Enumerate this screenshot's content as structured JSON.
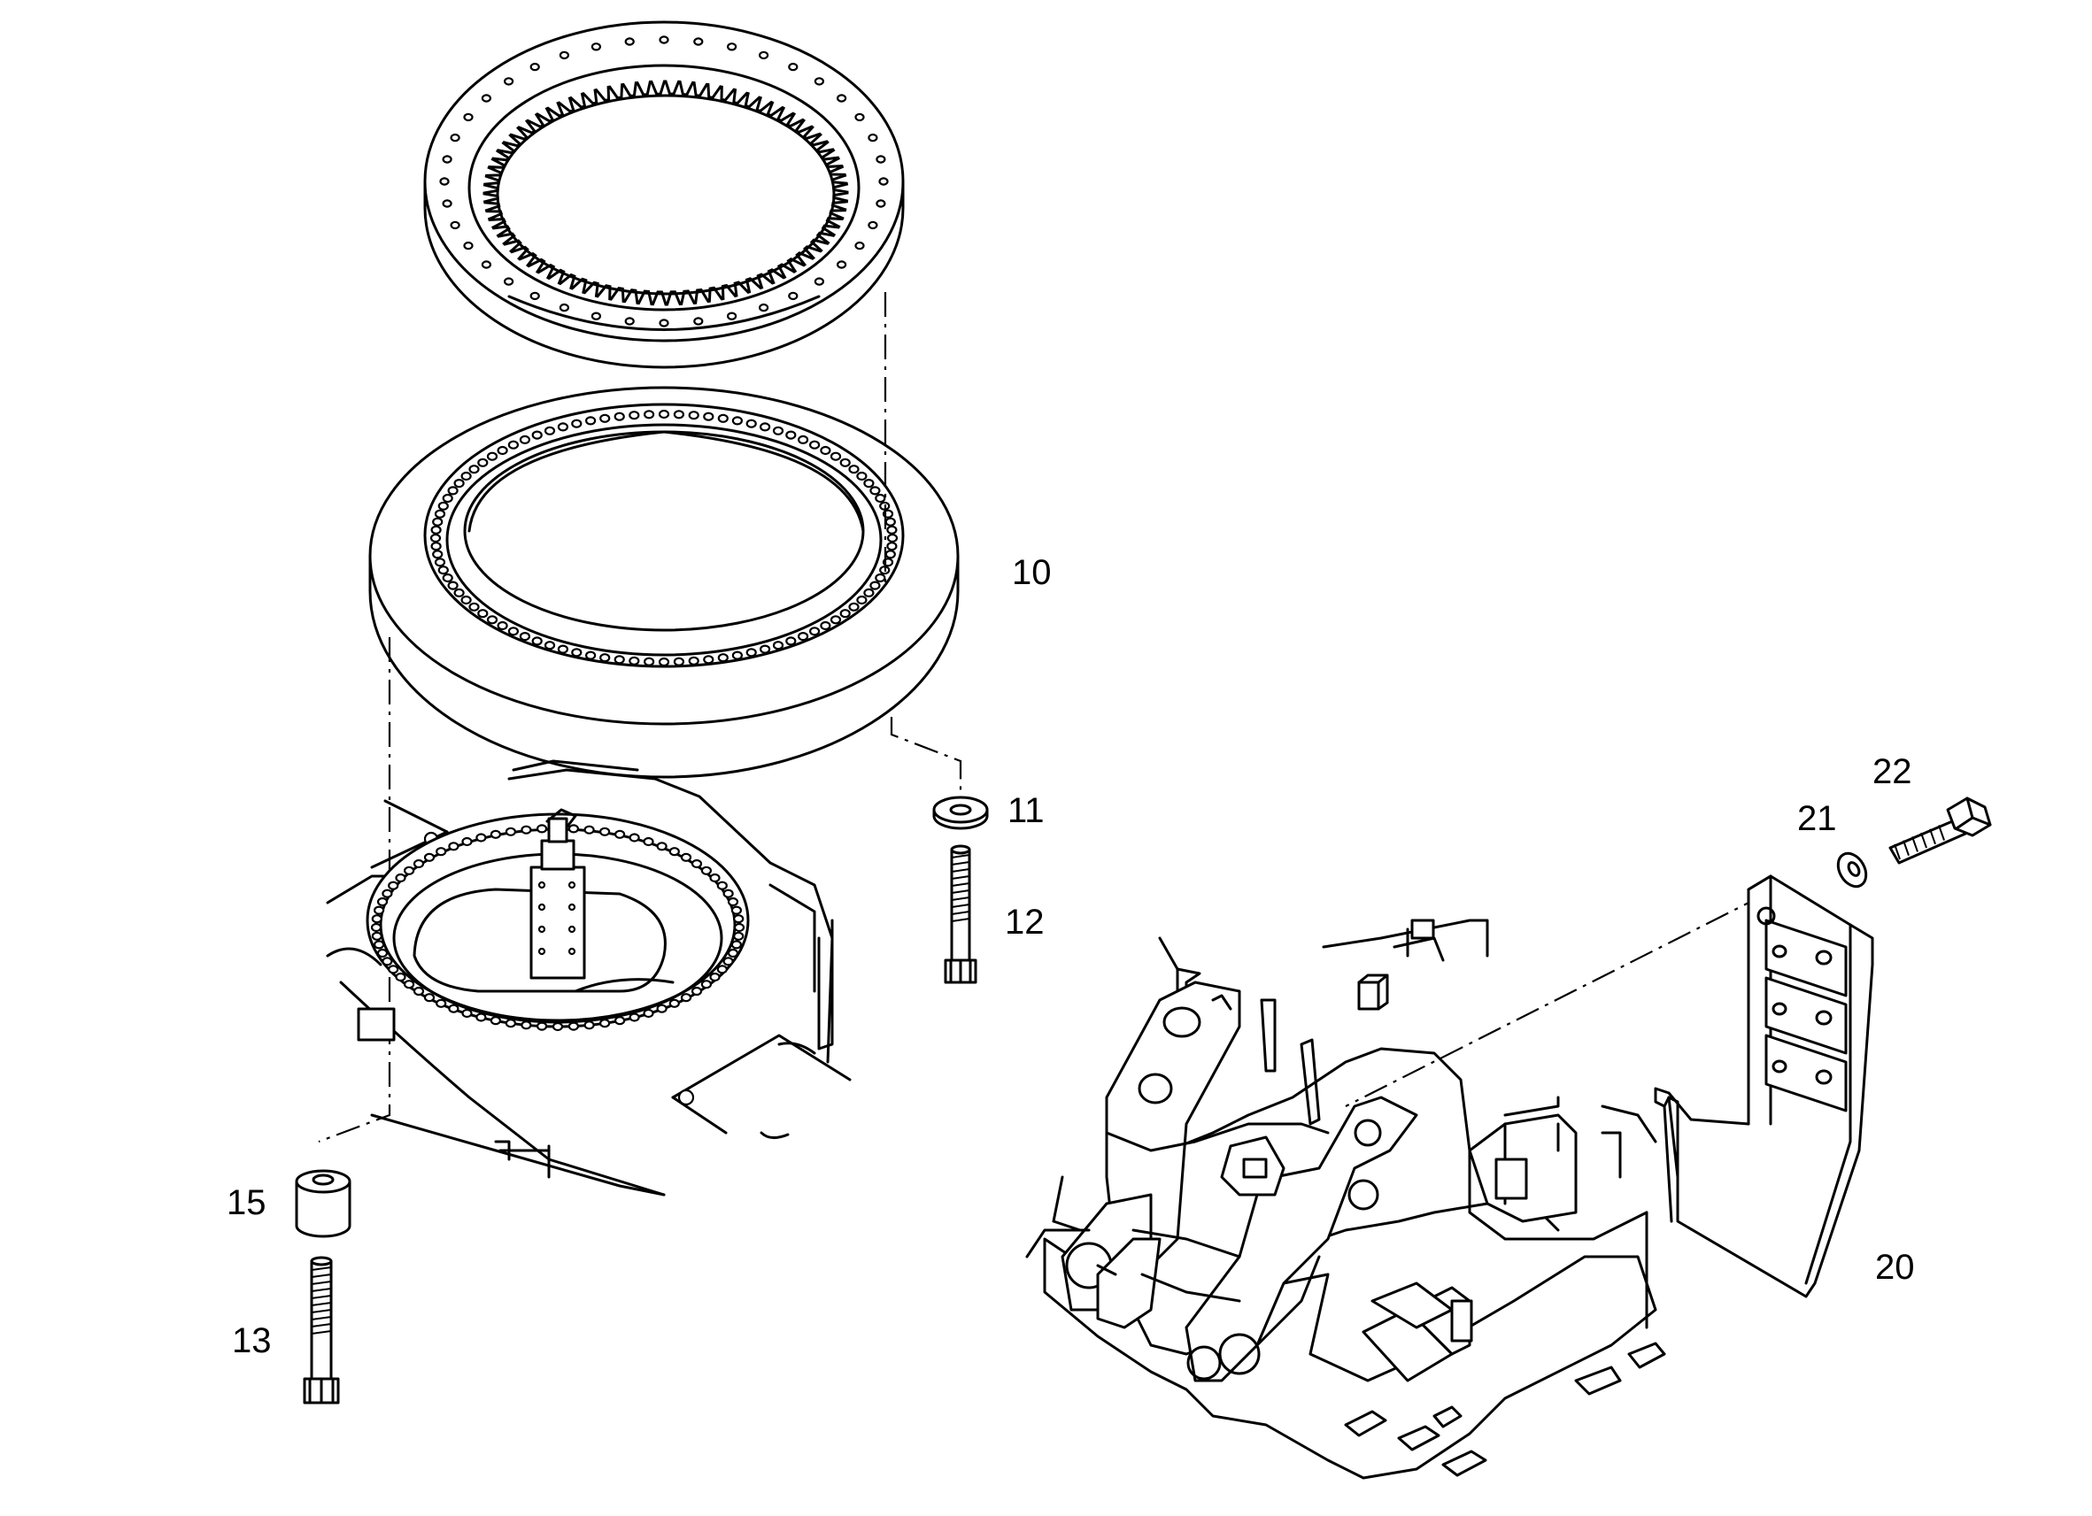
{
  "labels": {
    "p10": "10",
    "p11": "11",
    "p12": "12",
    "p13": "13",
    "p15": "15",
    "p20": "20",
    "p21": "21",
    "p22": "22"
  }
}
